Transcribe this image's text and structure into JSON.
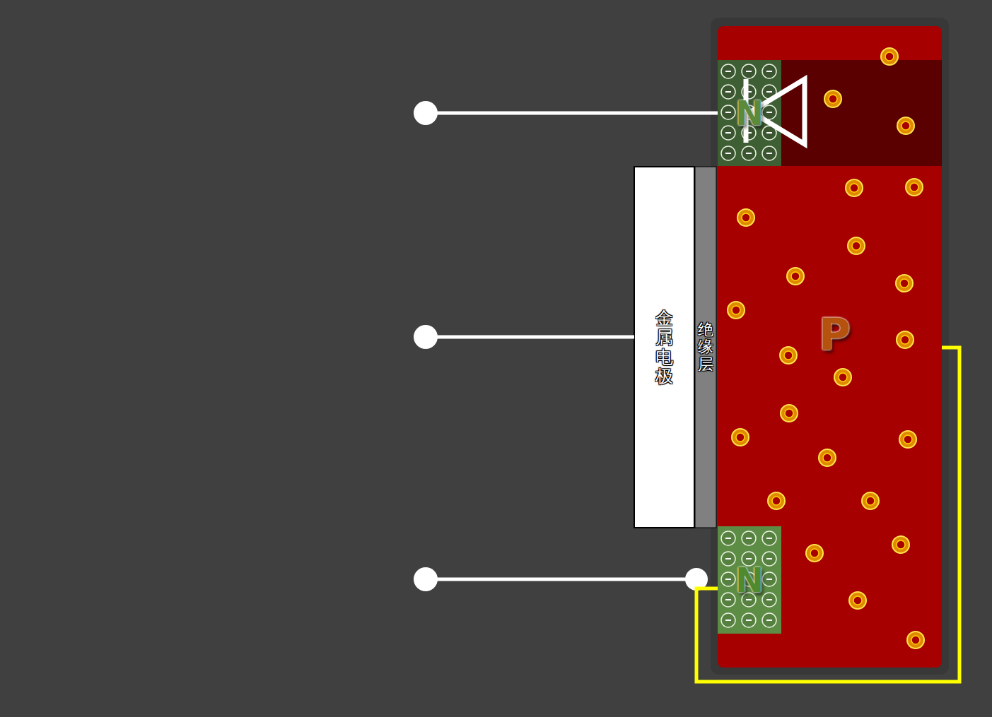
{
  "diagram": {
    "nodes": [
      {
        "text": [
          "P"
        ]
      },
      {
        "text": [
          "N"
        ],
        "in": 0
      },
      {
        "text": [
          "金属电极"
        ]
      },
      {
        "text": [
          "绝缘层"
        ]
      },
      {
        "text": [
          "N"
        ],
        "in": 0
      }
    ],
    "edges": [
      {
        "from": 4,
        "to": 0,
        "arrow": "none"
      }
    ]
  }
}
